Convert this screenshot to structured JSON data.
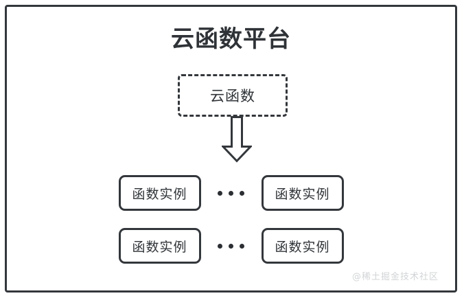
{
  "diagram": {
    "title": "云函数平台",
    "cloud_function": {
      "label": "云函数",
      "style": "dashed-rounded-rect"
    },
    "arrow": {
      "name": "down-block-arrow",
      "direction": "down"
    },
    "ellipsis": "•••",
    "instance_rows": [
      {
        "left": {
          "label": "函数实例"
        },
        "right": {
          "label": "函数实例"
        }
      },
      {
        "left": {
          "label": "函数实例"
        },
        "right": {
          "label": "函数实例"
        }
      }
    ],
    "watermark": "@稀土掘金技术社区",
    "colors": {
      "stroke": "#33373b",
      "text": "#2f3337",
      "background": "#ffffff",
      "watermark": "#d2d4d6"
    }
  }
}
